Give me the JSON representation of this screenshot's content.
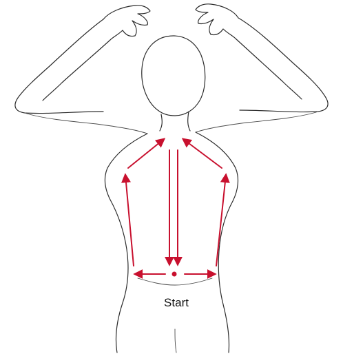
{
  "diagram": {
    "start_label": "Start",
    "arrow_color": "#c8102e",
    "outline_color": "#2b2b2b",
    "icons": {
      "body": "human-back-outline",
      "arrows": "massage-direction-arrows",
      "start_point": "start-dot"
    }
  }
}
